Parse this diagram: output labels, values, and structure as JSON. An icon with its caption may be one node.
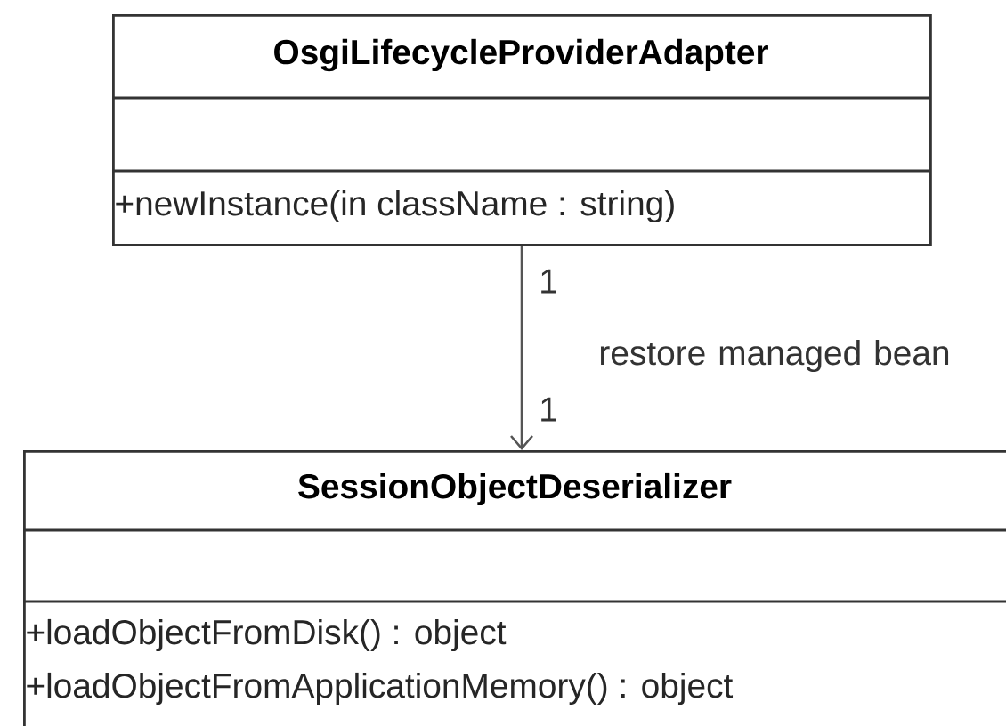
{
  "diagram": {
    "nodes": [
      {
        "text": [
          "OsgiLifecycleProviderAdapter",
          "+newInstance(in className : string)"
        ]
      },
      {
        "text": [
          "SessionObjectDeserializer",
          "+loadObjectFromDisk() : object",
          "+loadObjectFromApplicationMemory() : object"
        ]
      }
    ],
    "edges": [
      {
        "from": 0,
        "to": 1,
        "arrow": "to",
        "label": "restore managed bean"
      }
    ],
    "labels": [
      "1",
      "1"
    ]
  }
}
